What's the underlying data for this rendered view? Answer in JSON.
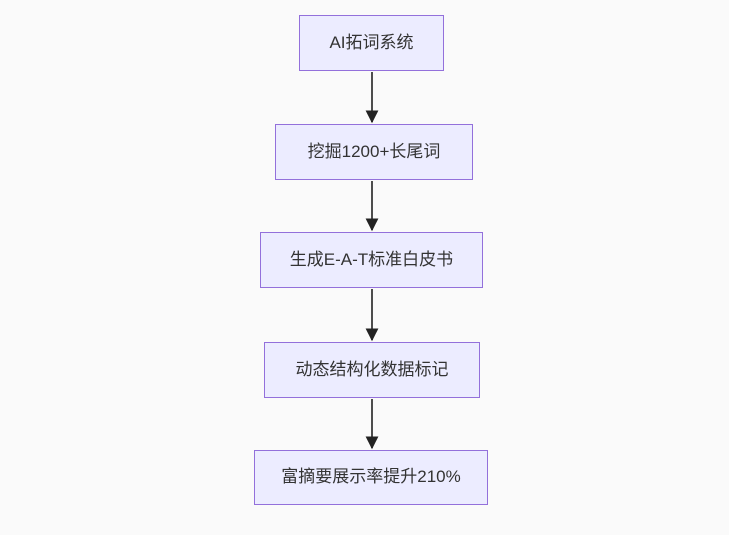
{
  "diagram": {
    "type": "flowchart",
    "direction": "top-down",
    "nodes": [
      {
        "id": "n1",
        "label": "AI拓词系统"
      },
      {
        "id": "n2",
        "label": "挖掘1200+长尾词"
      },
      {
        "id": "n3",
        "label": "生成E-A-T标准白皮书"
      },
      {
        "id": "n4",
        "label": "动态结构化数据标记"
      },
      {
        "id": "n5",
        "label": "富摘要展示率提升210%"
      }
    ],
    "edges": [
      {
        "from": "n1",
        "to": "n2"
      },
      {
        "from": "n2",
        "to": "n3"
      },
      {
        "from": "n3",
        "to": "n4"
      },
      {
        "from": "n4",
        "to": "n5"
      }
    ],
    "colors": {
      "node_fill": "#ECECFF",
      "node_border": "#9370DB",
      "node_text": "#333333",
      "edge_line": "#4d4d4d",
      "arrowhead": "#222222",
      "background": "#FAFAFA"
    }
  }
}
